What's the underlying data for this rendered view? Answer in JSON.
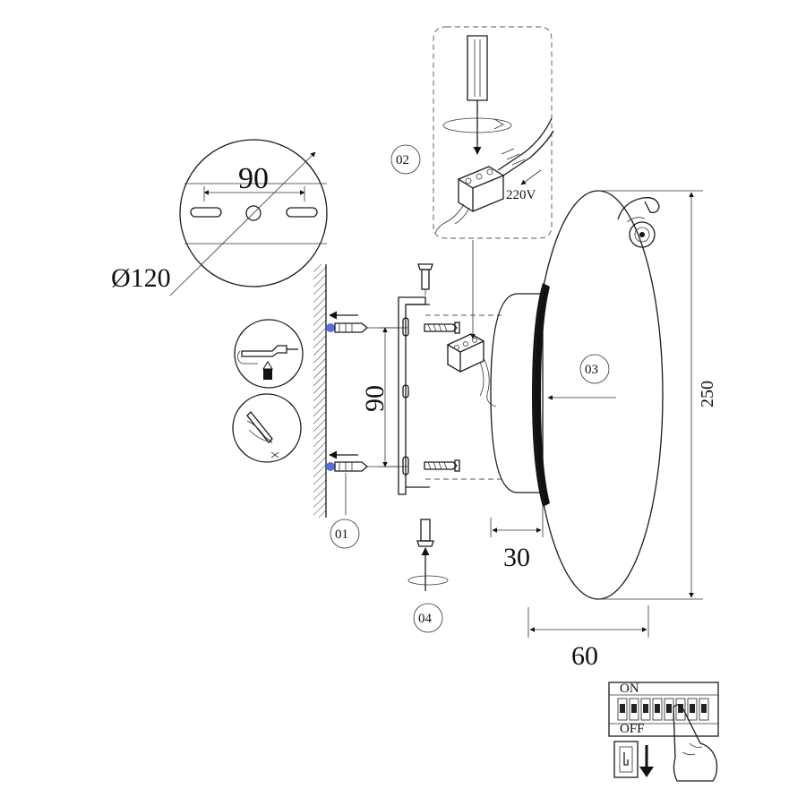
{
  "diagram": {
    "top_view": {
      "width_dim": "90",
      "diameter_dim": "Ø120"
    },
    "wiring": {
      "voltage": "220V",
      "step": "02"
    },
    "steps": {
      "s01": "01",
      "s02": "02",
      "s03": "03",
      "s04": "04"
    },
    "dims": {
      "height": "250",
      "depth": "60",
      "base_depth": "30",
      "mount_spacing": "90"
    },
    "switch_panel": {
      "on": "ON",
      "off": "OFF"
    }
  }
}
